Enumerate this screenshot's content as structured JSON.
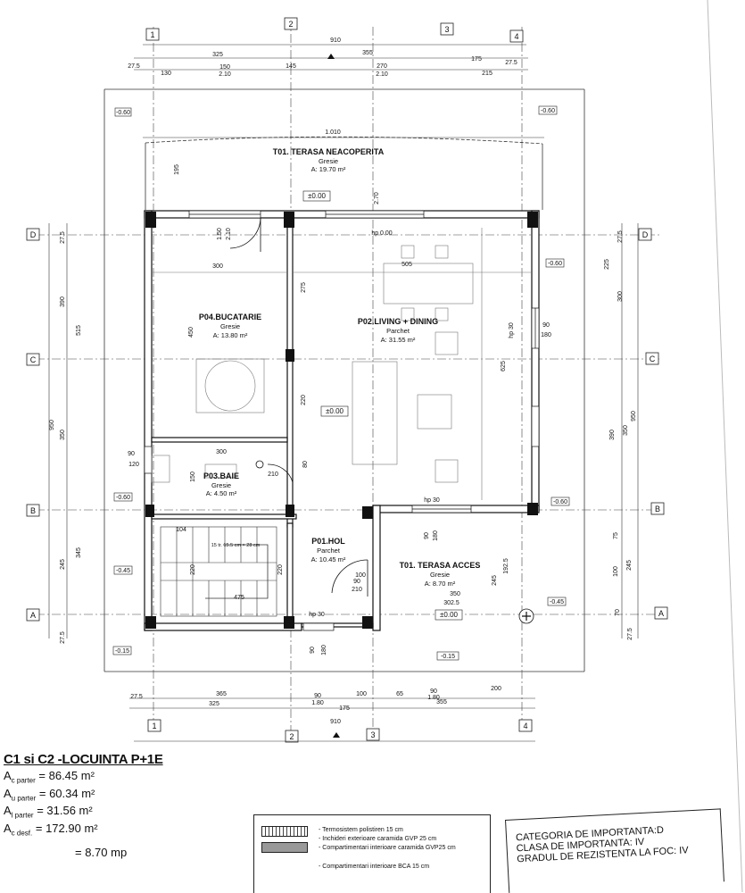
{
  "axes": {
    "top": [
      "1",
      "2",
      "3",
      "4"
    ],
    "left": [
      "D",
      "C",
      "B",
      "A"
    ],
    "right": [
      "D",
      "C",
      "B",
      "A"
    ]
  },
  "rooms": {
    "terasa": {
      "name": "T01. TERASA NEACOPERITA",
      "finish": "Gresie",
      "area": "A: 19.70 m²"
    },
    "bucatarie": {
      "name": "P04.BUCATARIE",
      "finish": "Gresie",
      "area": "A: 13.80 m²"
    },
    "living": {
      "name": "P02.LIVING + DINING",
      "finish": "Parchet",
      "area": "A: 31.55 m²"
    },
    "baie": {
      "name": "P03.BAIE",
      "finish": "Gresie",
      "area": "A: 4.50 m²"
    },
    "hol": {
      "name": "P01.HOL",
      "finish": "Parchet",
      "area": "A: 10.45 m²"
    },
    "acces": {
      "name": "T01. TERASA ACCES",
      "finish": "Gresie",
      "area": "A: 8.70 m²"
    }
  },
  "dims": {
    "top_total": "910",
    "top_a": "325",
    "top_b": "355",
    "top_c": "27.5",
    "top_d": "150",
    "top_e": "2.10",
    "top_f": "145",
    "top_g": "270",
    "top_h": "2.10",
    "top_i": "175",
    "top_j": "27.5",
    "top_k": "130",
    "top_l": "215",
    "ter_width": "1.010",
    "ter_depth": "195",
    "bot_a": "365",
    "bot_b": "90",
    "bot_c": "100",
    "bot_d": "65",
    "bot_e": "90",
    "bot_f": "200",
    "bot_g": "27.5",
    "bot_h": "325",
    "bot_i": "1.80",
    "bot_j": "175",
    "bot_k": "355",
    "bot_l": "1.80",
    "bot_total": "910",
    "left_a": "27.5",
    "left_b": "390",
    "left_c": "515",
    "left_d": "950",
    "left_e": "350",
    "left_f": "245",
    "left_g": "345",
    "left_h": "27.5",
    "right_a": "27.5",
    "right_b": "225",
    "right_c": "300",
    "right_d": "390",
    "right_e": "950",
    "right_f": "350",
    "right_g": "75",
    "right_h": "100",
    "right_i": "245",
    "right_j": "70",
    "right_k": "27.5",
    "kitchen_w": "300",
    "living_w": "505",
    "kitchen_h": "450",
    "hall_h": "275",
    "living_h": "625",
    "wall_220": "220",
    "bath_w": "300",
    "bath_150": "150",
    "stair_475": "475",
    "stair_104": "104",
    "acces_350": "350",
    "acces_3025": "302.5",
    "acces_1925": "192.5",
    "acces_245": "245",
    "door_90": "90",
    "door_210": "210",
    "door_100": "100",
    "door_80": "80",
    "win_hp": "hp 30",
    "win_hp0": "hp 0.00",
    "w_270": "2.70",
    "w_120": "120",
    "w_150": "1.50",
    "w_210b": "2.10",
    "w_180": "180",
    "w_90b": "90",
    "w_30": "30",
    "stair_note": "15 tr. 15.5 cm × 28 cm"
  },
  "elevations": {
    "ter_top_left": "-0.60",
    "ter_top_right": "-0.60",
    "zero1": "±0.00",
    "zero2": "±0.00",
    "zero3": "±0.00",
    "e1": "-0.60",
    "e2": "-0.60",
    "e3": "-0.60",
    "e4": "-0.45",
    "e5": "-0.45",
    "e6": "-0.15",
    "e7": "-0.15"
  },
  "summary": {
    "title": "C1 si C2 -LOCUINTA P+1E",
    "rows": [
      {
        "sym": "A",
        "sub": "c parter",
        "val": " = 86.45 m²"
      },
      {
        "sym": "A",
        "sub": "u parter",
        "val": " = 60.34 m²"
      },
      {
        "sym": "A",
        "sub": "l parter",
        "val": " = 31.56 m²"
      },
      {
        "sym": "A",
        "sub": "c desf.",
        "val": " = 172.90 m²"
      },
      {
        "sym": "",
        "sub": "",
        "val": "= 8.70 mp"
      }
    ]
  },
  "legend": {
    "items": [
      "- Termosistem polistiren 15 cm",
      "- Inchideri exterioare caramida GVP 25 cm",
      "- Compartimentari interioare caramida GVP25 cm",
      "- Compartimentari interioare BCA 15 cm"
    ]
  },
  "category": {
    "line1": "CATEGORIA DE IMPORTANTA:D",
    "line2": "CLASA DE IMPORTANTA: IV",
    "line3": "GRADUL DE REZISTENTA LA FOC: IV"
  }
}
